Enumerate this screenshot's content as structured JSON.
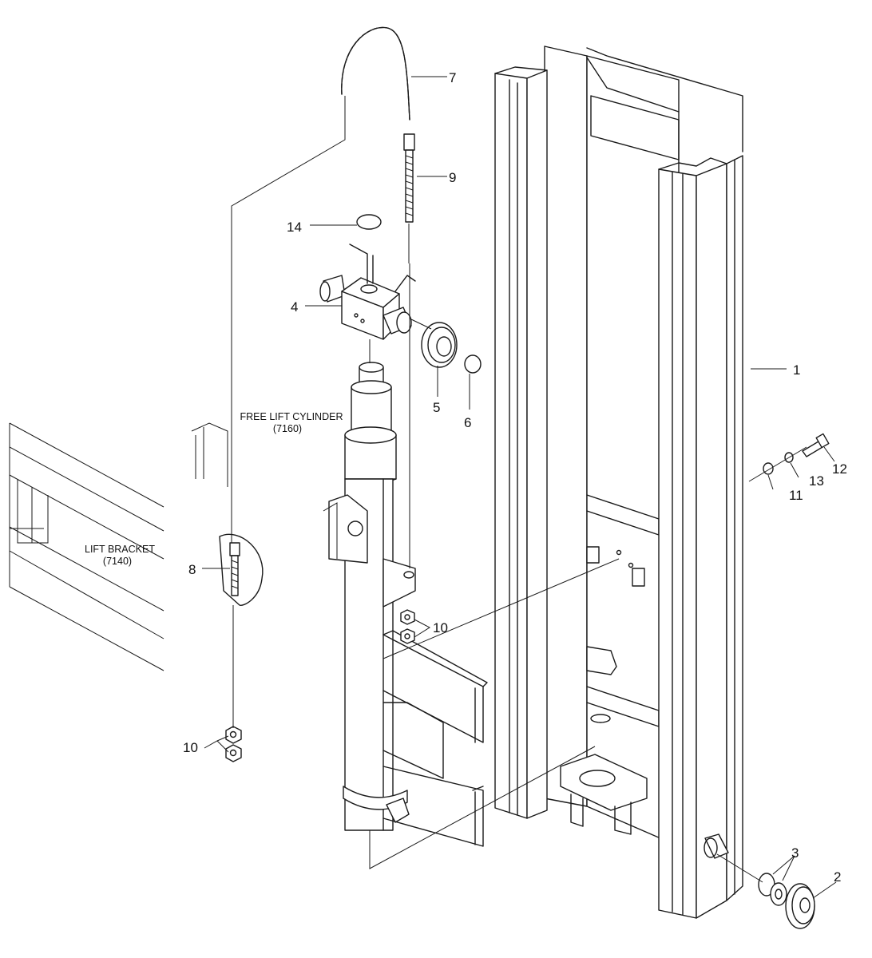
{
  "callouts": [
    "1",
    "2",
    "3",
    "4",
    "5",
    "6",
    "7",
    "8",
    "9",
    "10",
    "10",
    "11",
    "12",
    "13",
    "14"
  ],
  "captions": {
    "free_lift_title": "FREE LIFT CYLINDER",
    "free_lift_code": "(7160)",
    "lift_bracket_title": "LIFT BRACKET",
    "lift_bracket_code": "(7140)"
  }
}
